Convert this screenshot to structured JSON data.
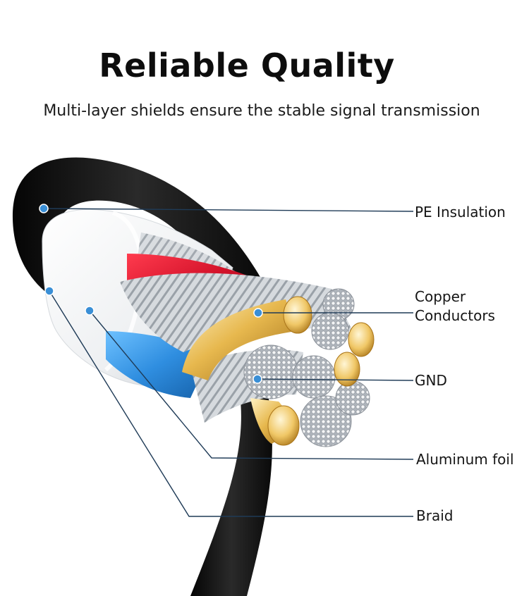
{
  "title": "Reliable Quality",
  "subtitle": "Multi-layer shields ensure the stable signal transmission",
  "layers": [
    {
      "id": "pe",
      "label": "PE Insulation",
      "color": "#ffffff"
    },
    {
      "id": "copper",
      "label_lines": [
        "Copper",
        "Conductors"
      ],
      "color": "#d9a73a"
    },
    {
      "id": "gnd",
      "label": "GND",
      "color": "#cfd3d8"
    },
    {
      "id": "foil",
      "label": "Aluminum foil",
      "color": "#2f8ee0"
    },
    {
      "id": "braid",
      "label": "Braid",
      "color": "#b9bec4"
    }
  ],
  "colors": {
    "cable_jacket": "#121212",
    "leader_line": "#1f3b57",
    "marker_dot": "#3a8fd6",
    "red_conductor": "#d3122a"
  }
}
